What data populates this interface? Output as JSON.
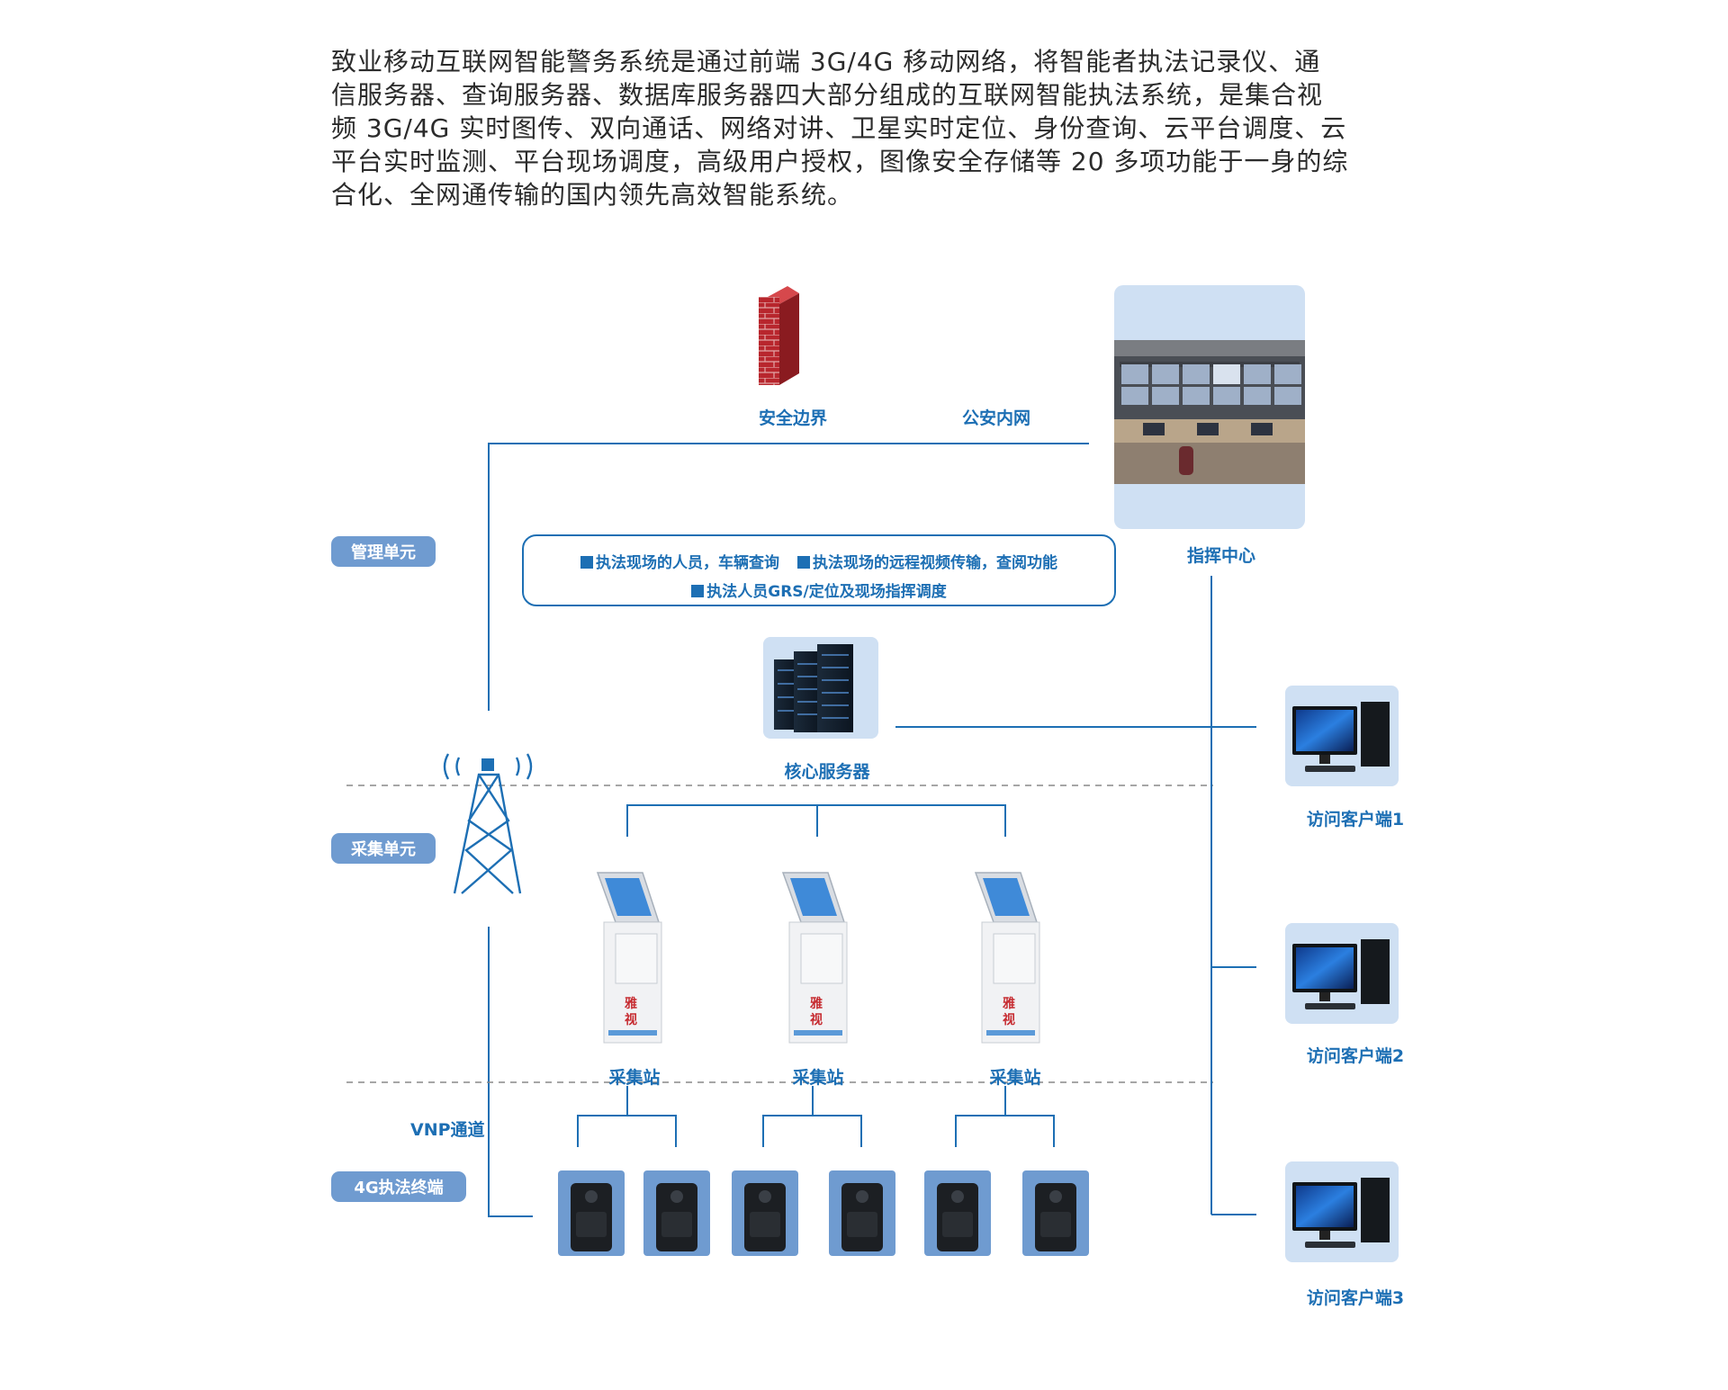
{
  "intro": {
    "lines": [
      "致业移动互联网智能警务系统是通过前端 3G/4G 移动网络，将智能者执法记录仪、通",
      "信服务器、查询服务器、数据库服务器四大部分组成的互联网智能执法系统，是集合视",
      "频 3G/4G 实时图传、双向通话、网络对讲、卫星实时定位、身份查询、云平台调度、云",
      "平台实时监测、平台现场调度，高级用户授权，图像安全存储等 20 多项功能于一身的综",
      "合化、全网通传输的国内领先高效智能系统。"
    ]
  },
  "labels": {
    "firewall": "安全边界",
    "intranet": "公安内网",
    "command_center": "指挥中心",
    "core_server": "核心服务器",
    "client1": "访问客户端1",
    "client2": "访问客户端2",
    "client3": "访问客户端3",
    "station": "采集站",
    "vpn": "VNP通道"
  },
  "units": {
    "management": "管理单元",
    "collection": "采集单元",
    "terminal": "4G执法终端"
  },
  "features": {
    "item1": "执法现场的人员，车辆查询",
    "item2": "执法现场的远程视频传输，查阅功能",
    "item3": "执法人员GRS/定位及现场指挥调度"
  },
  "kiosk_brand": "雅视",
  "colors": {
    "line": "#1d6fb4",
    "label": "#1d6fb4",
    "unit_pill": "#6f9bd0",
    "image_bg": "#cfe0f3",
    "terminal_bg": "#6f9bd0",
    "firewall": "#b8262d"
  }
}
